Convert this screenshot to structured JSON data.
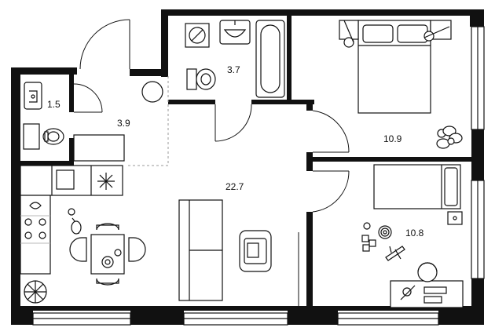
{
  "rooms": [
    {
      "id": "wc",
      "area": "1.5"
    },
    {
      "id": "hall",
      "area": "3.9"
    },
    {
      "id": "bathroom",
      "area": "3.7"
    },
    {
      "id": "living-kitchen",
      "area": "22.7"
    },
    {
      "id": "bedroom",
      "area": "10.9"
    },
    {
      "id": "kids-room",
      "area": "10.8"
    }
  ]
}
